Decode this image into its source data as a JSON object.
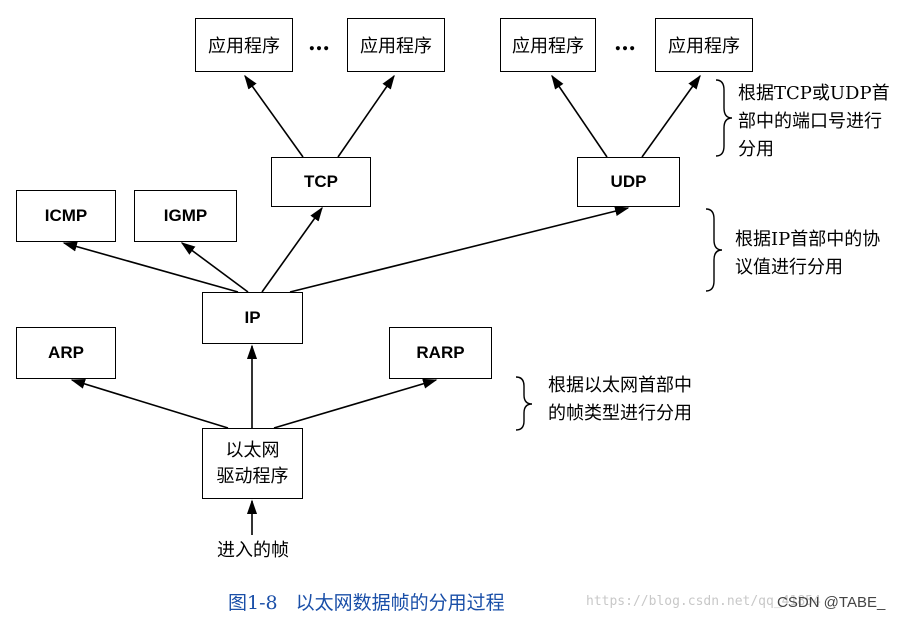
{
  "apps": [
    "应用程序",
    "应用程序",
    "应用程序",
    "应用程序"
  ],
  "ellipsis": [
    "…",
    "…"
  ],
  "protocols": {
    "tcp": "TCP",
    "udp": "UDP",
    "icmp": "ICMP",
    "igmp": "IGMP",
    "ip": "IP",
    "arp": "ARP",
    "rarp": "RARP"
  },
  "driver": [
    "以太网",
    "驱动程序"
  ],
  "incoming": "进入的帧",
  "notes": {
    "port": [
      "根据TCP或UDP首",
      "部中的端口号进行",
      "分用"
    ],
    "ip": [
      "根据IP首部中的协",
      "议值进行分用"
    ],
    "frame": [
      "根据以太网首部中",
      "的帧类型进行分用"
    ]
  },
  "caption": {
    "number": "图1-8",
    "title": "以太网数据帧的分用过程"
  },
  "watermark": {
    "url": "https://blog.csdn.net/qq_41854",
    "brand": "CSDN @TABE_"
  }
}
